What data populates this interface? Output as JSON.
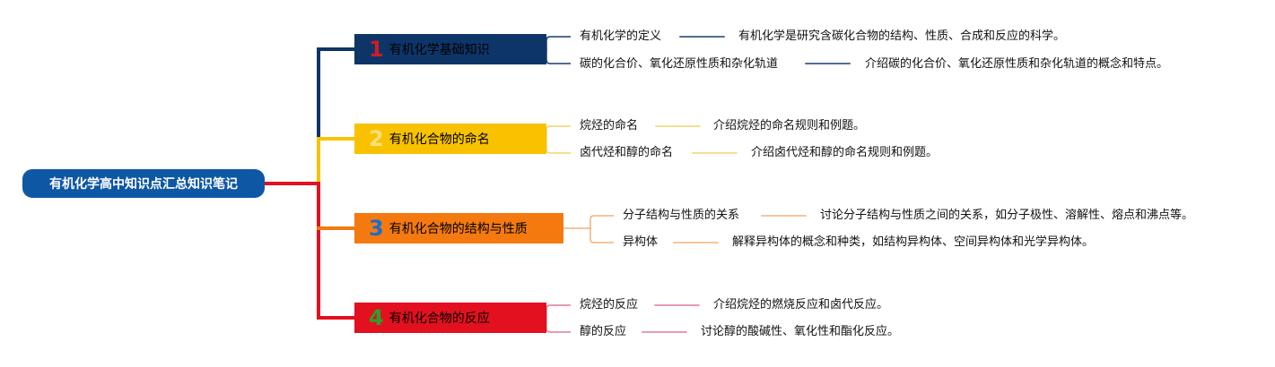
{
  "root": {
    "label": "有机化学高中知识点汇总知识笔记",
    "color": "#0e57a5"
  },
  "branches": [
    {
      "number": "1",
      "label": "有机化学基础知识",
      "box_color": "#0d3568",
      "number_color": "#d21a25",
      "line_color": "#173d6e",
      "items": [
        {
          "topic": "有机化学的定义",
          "desc": "有机化学是研究含碳化合物的结构、性质、合成和反应的科学。"
        },
        {
          "topic": "碳的化合价、氧化还原性质和杂化轨道",
          "desc": "介绍碳的化合价、氧化还原性质和杂化轨道的概念和特点。"
        }
      ]
    },
    {
      "number": "2",
      "label": "有机化合物的命名",
      "box_color": "#f8c200",
      "number_color": "#fbe07a",
      "line_color": "#f3d46a",
      "items": [
        {
          "topic": "烷烃的命名",
          "desc": "介绍烷烃的命名规则和例题。"
        },
        {
          "topic": "卤代烃和醇的命名",
          "desc": "介绍卤代烃和醇的命名规则和例题。"
        }
      ]
    },
    {
      "number": "3",
      "label": "有机化合物的结构与性质",
      "box_color": "#f47a0f",
      "number_color": "#1e6cc9",
      "line_color": "#f4b07a",
      "items": [
        {
          "topic": "分子结构与性质的关系",
          "desc": "讨论分子结构与性质之间的关系，如分子极性、溶解性、熔点和沸点等。"
        },
        {
          "topic": "异构体",
          "desc": "解释异构体的概念和种类，如结构异构体、空间异构体和光学异构体。"
        }
      ]
    },
    {
      "number": "4",
      "label": "有机化合物的反应",
      "box_color": "#e3101f",
      "number_color": "#2aa02a",
      "line_color": "#e07b93",
      "items": [
        {
          "topic": "烷烃的反应",
          "desc": "介绍烷烃的燃烧反应和卤代反应。"
        },
        {
          "topic": "醇的反应",
          "desc": "讨论醇的酸碱性、氧化性和酯化反应。"
        }
      ]
    }
  ],
  "connector_colors": [
    "#0d3568",
    "#f8c200",
    "#f47a0f",
    "#e3101f"
  ]
}
